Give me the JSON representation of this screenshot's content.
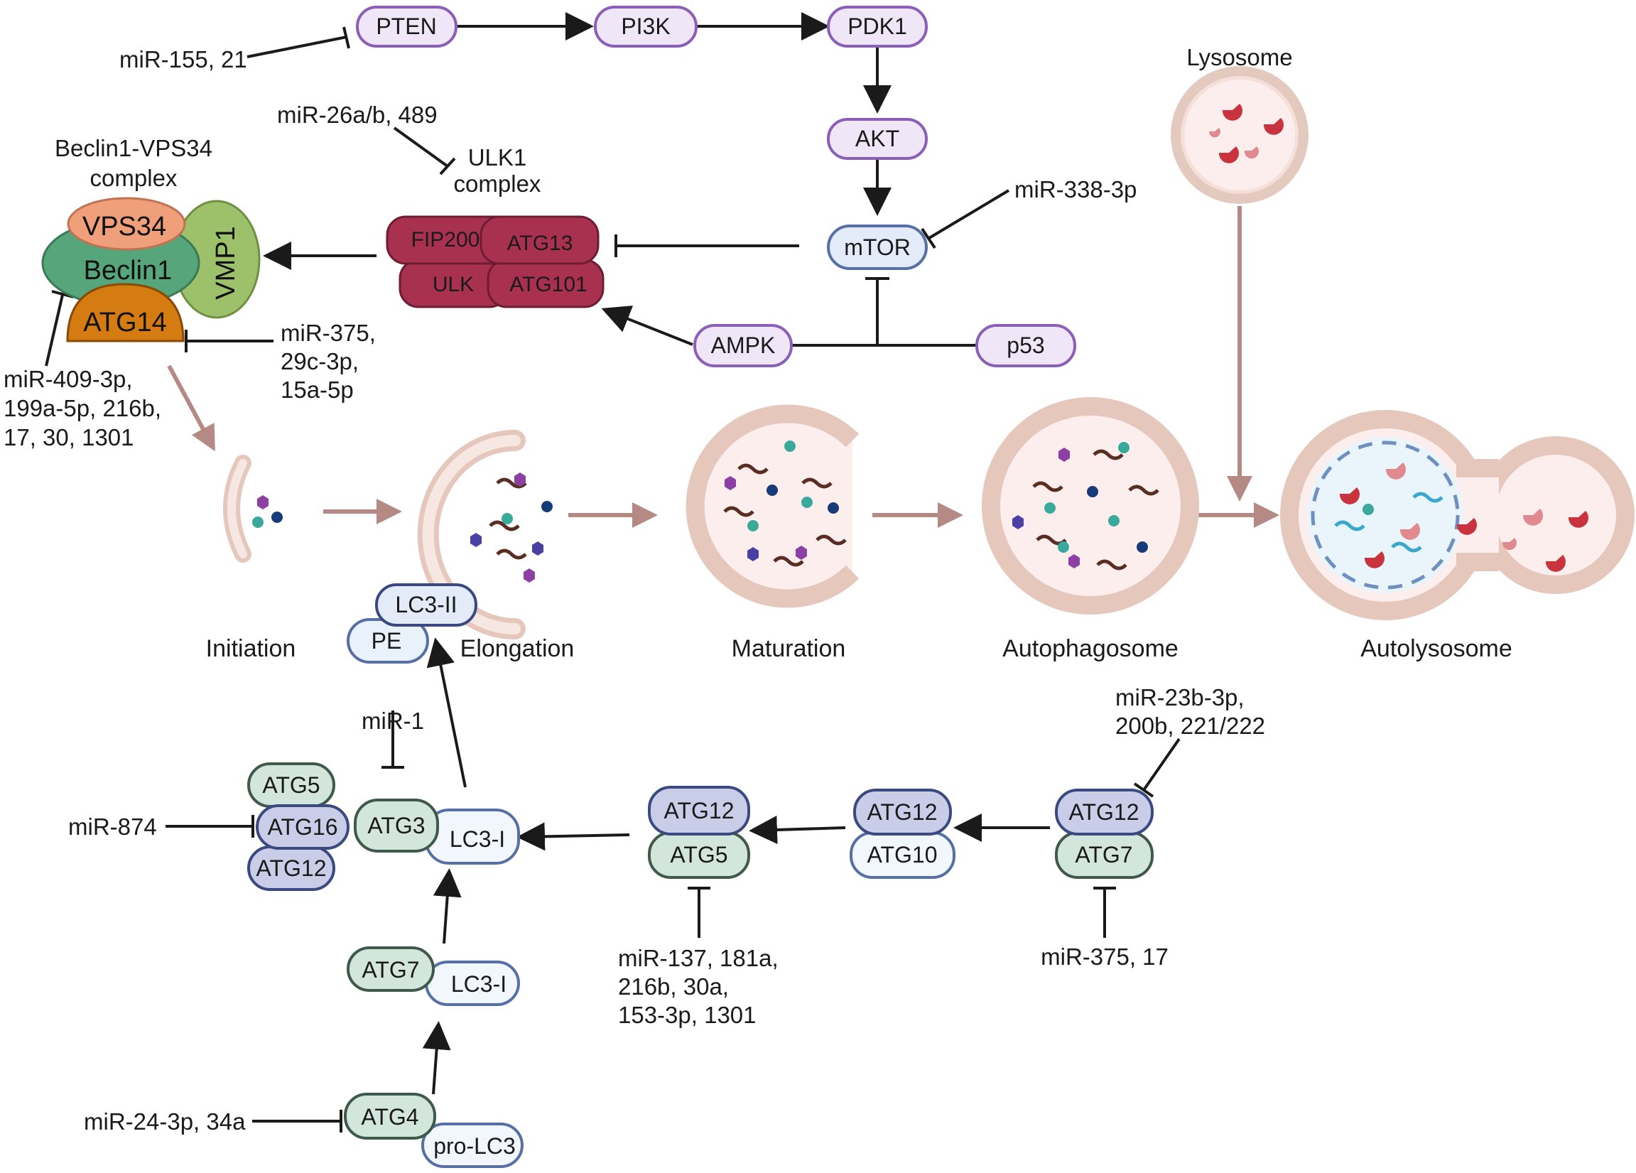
{
  "signaling": {
    "pten": "PTEN",
    "pi3k": "PI3K",
    "pdk1": "PDK1",
    "akt": "AKT",
    "mtor": "mTOR",
    "ampk": "AMPK",
    "p53": "p53"
  },
  "ulk1": {
    "title_line1": "ULK1",
    "title_line2": "complex",
    "fip200": "FIP200",
    "atg13": "ATG13",
    "ulk": "ULK",
    "atg101": "ATG101"
  },
  "beclin": {
    "title_line1": "Beclin1-VPS34",
    "title_line2": "complex",
    "vps34": "VPS34",
    "beclin1": "Beclin1",
    "vmp1": "VMP1",
    "atg14": "ATG14"
  },
  "mirnas": {
    "mir155": "miR-155, 21",
    "mir26": "miR-26a/b, 489",
    "mir338": "miR-338-3p",
    "mir375a": [
      "miR-375,",
      "29c-3p,",
      "15a-5p"
    ],
    "mir409": [
      "miR-409-3p,",
      "199a-5p, 216b,",
      "17, 30, 1301"
    ],
    "mir1": "miR-1",
    "mir874": "miR-874",
    "mir23b": [
      "miR-23b-3p,",
      "200b, 221/222"
    ],
    "mir137": [
      "miR-137, 181a,",
      "216b, 30a,",
      "153-3p, 1301"
    ],
    "mir375b": "miR-375, 17",
    "mir24": "miR-24-3p, 34a"
  },
  "stages": {
    "initiation": "Initiation",
    "elongation": "Elongation",
    "maturation": "Maturation",
    "autophagosome": "Autophagosome",
    "autolysosome": "Autolysosome",
    "lysosome": "Lysosome"
  },
  "conjugation": {
    "lc3ii": "LC3-II",
    "pe": "PE",
    "atg5": "ATG5",
    "atg16": "ATG16",
    "atg12": "ATG12",
    "atg3": "ATG3",
    "lc3i": "LC3-I",
    "atg7": "ATG7",
    "atg10": "ATG10",
    "atg4": "ATG4",
    "prolc3": "pro-LC3"
  },
  "colors": {
    "purple_fill": "#efe6f7",
    "purple_stroke": "#8b5fb8",
    "blue_fill": "#e3ebf8",
    "blue_stroke": "#5670a6",
    "navy_fill": "#c9cde8",
    "navy_stroke": "#3a4a80",
    "green_fill": "#d3e6dc",
    "green_stroke": "#3f5a4c",
    "ulk_fill": "#a8314f",
    "pathway_arrow": "#b58a85"
  }
}
